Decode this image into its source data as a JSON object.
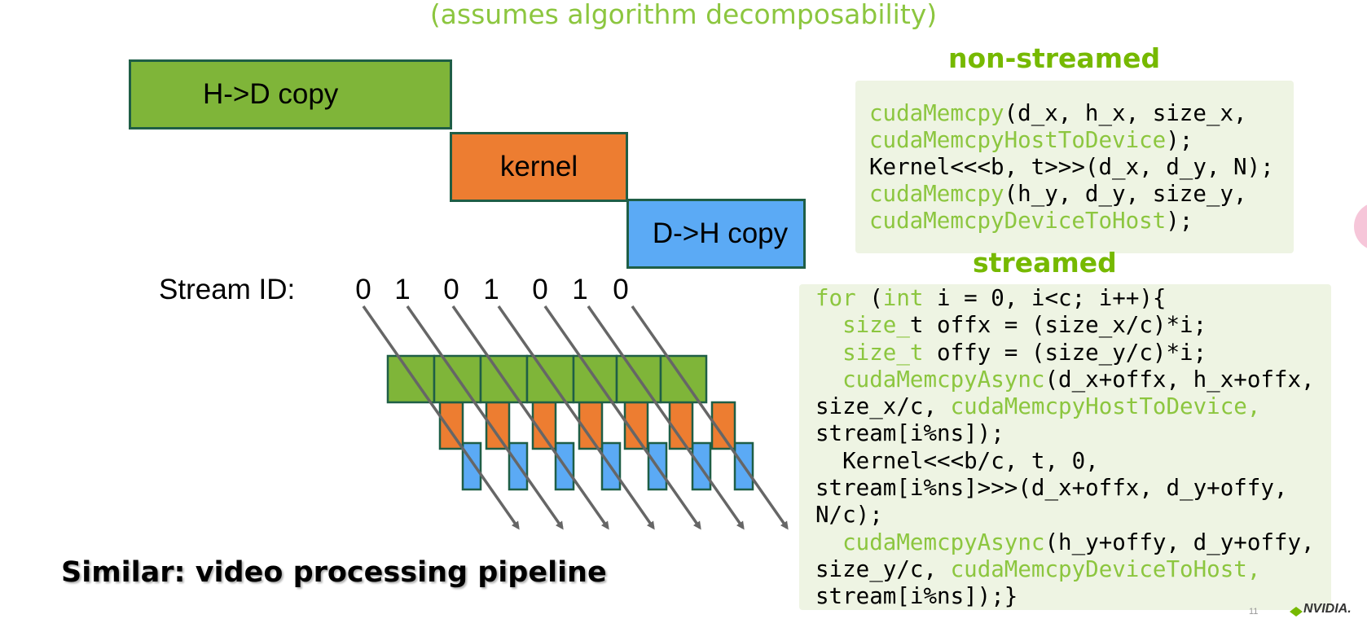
{
  "subtitle": "(assumes algorithm decomposability)",
  "blocks": {
    "hd": "H->D copy",
    "kernel": "kernel",
    "dh": "D->H copy"
  },
  "stream_label": "Stream ID:",
  "stream_ids": [
    "0",
    "1",
    "0",
    "1",
    "0",
    "1",
    "0"
  ],
  "colors": {
    "hd": "#7fb539",
    "kernel": "#ed7d31",
    "dh": "#5baaf5",
    "accent": "#76b900",
    "code_bg": "#eef4e3"
  },
  "non_streamed": {
    "heading": "non-streamed",
    "lines": [
      [
        {
          "t": "cudaMemcpy",
          "k": true
        },
        {
          "t": "(d_x, h_x, size_x,",
          "k": false
        }
      ],
      [
        {
          "t": "cudaMemcpyHostToDevice",
          "k": true
        },
        {
          "t": ");",
          "k": false
        }
      ],
      [
        {
          "t": "Kernel<<<b, t>>>(d_x, d_y, N);",
          "k": false
        }
      ],
      [
        {
          "t": "cudaMemcpy",
          "k": true
        },
        {
          "t": "(h_y, d_y, size_y,",
          "k": false
        }
      ],
      [
        {
          "t": "cudaMemcpyDeviceToHost",
          "k": true
        },
        {
          "t": ");",
          "k": false
        }
      ]
    ]
  },
  "streamed": {
    "heading": "streamed",
    "lines": [
      [
        {
          "t": "for",
          "k": true
        },
        {
          "t": " (",
          "k": false
        },
        {
          "t": "int",
          "k": true
        },
        {
          "t": " i = 0, i<c; i++){",
          "k": false
        }
      ],
      [
        {
          "t": "  size_",
          "k": true
        },
        {
          "t": "t offx = (size_x/c)*i;",
          "k": false
        }
      ],
      [
        {
          "t": "  size_t",
          "k": true
        },
        {
          "t": " offy = (size_y/c)*i;",
          "k": false
        }
      ],
      [
        {
          "t": "  cudaMemcpyAsync",
          "k": true
        },
        {
          "t": "(d_x+offx, h_x+offx,",
          "k": false
        }
      ],
      [
        {
          "t": "size_x/c, ",
          "k": false
        },
        {
          "t": "cudaMemcpyHostToDevice,",
          "k": true
        }
      ],
      [
        {
          "t": "stream[i%ns]);",
          "k": false
        }
      ],
      [
        {
          "t": "  Kernel<<<b/c, t, 0,",
          "k": false
        }
      ],
      [
        {
          "t": "stream[i%ns]>>>(d_x+offx, d_y+offy,",
          "k": false
        }
      ],
      [
        {
          "t": "N/c);",
          "k": false
        }
      ],
      [
        {
          "t": "  cudaMemcpyAsync",
          "k": true
        },
        {
          "t": "(h_y+offy, d_y+offy,",
          "k": false
        }
      ],
      [
        {
          "t": "size_y/c, ",
          "k": false
        },
        {
          "t": "cudaMemcpyDeviceToHost,",
          "k": true
        }
      ],
      [
        {
          "t": "stream[i%ns]);}",
          "k": false
        }
      ]
    ]
  },
  "bottom_note": "Similar: video processing pipeline",
  "page_number": "11",
  "logo": "NVIDIA."
}
